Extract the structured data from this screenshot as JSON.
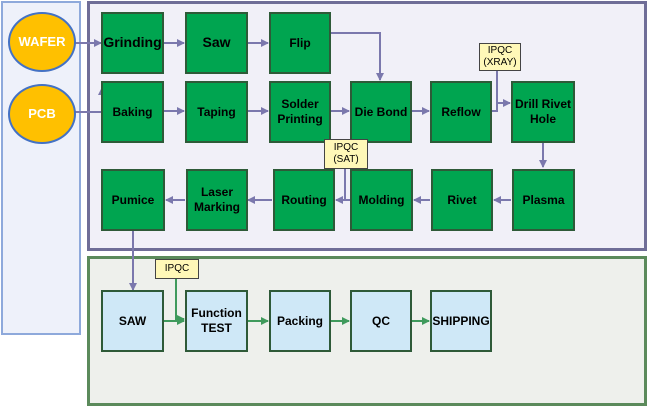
{
  "colors": {
    "process_green": "#00a550",
    "post_blue": "#cfe8f7",
    "source_orange": "#ffc000",
    "note_yellow": "#fff8b8",
    "arrow_purple": "#7b78ad",
    "arrow_green": "#3f9a5c"
  },
  "sources": {
    "wafer": "WAFER",
    "pcb": "PCB"
  },
  "steps": {
    "grinding": "Grinding",
    "saw": "Saw",
    "flip": "Flip",
    "baking": "Baking",
    "taping": "Taping",
    "solder_printing": "Solder\nPrinting",
    "die_bond": "Die Bond",
    "reflow": "Reflow",
    "drill_rivet_hole": "Drill Rivet\nHole",
    "plasma": "Plasma",
    "rivet": "Rivet",
    "molding": "Molding",
    "routing": "Routing",
    "laser_marking": "Laser\nMarking",
    "pumice": "Pumice"
  },
  "post_steps": {
    "saw": "SAW",
    "function_test": "Function\nTEST",
    "packing": "Packing",
    "qc": "QC",
    "shipping": "SHIPPING"
  },
  "notes": {
    "ipqc_xray": "IPQC\n(XRAY)",
    "ipqc_sat": "IPQC\n(SAT)",
    "ipqc": "IPQC"
  }
}
